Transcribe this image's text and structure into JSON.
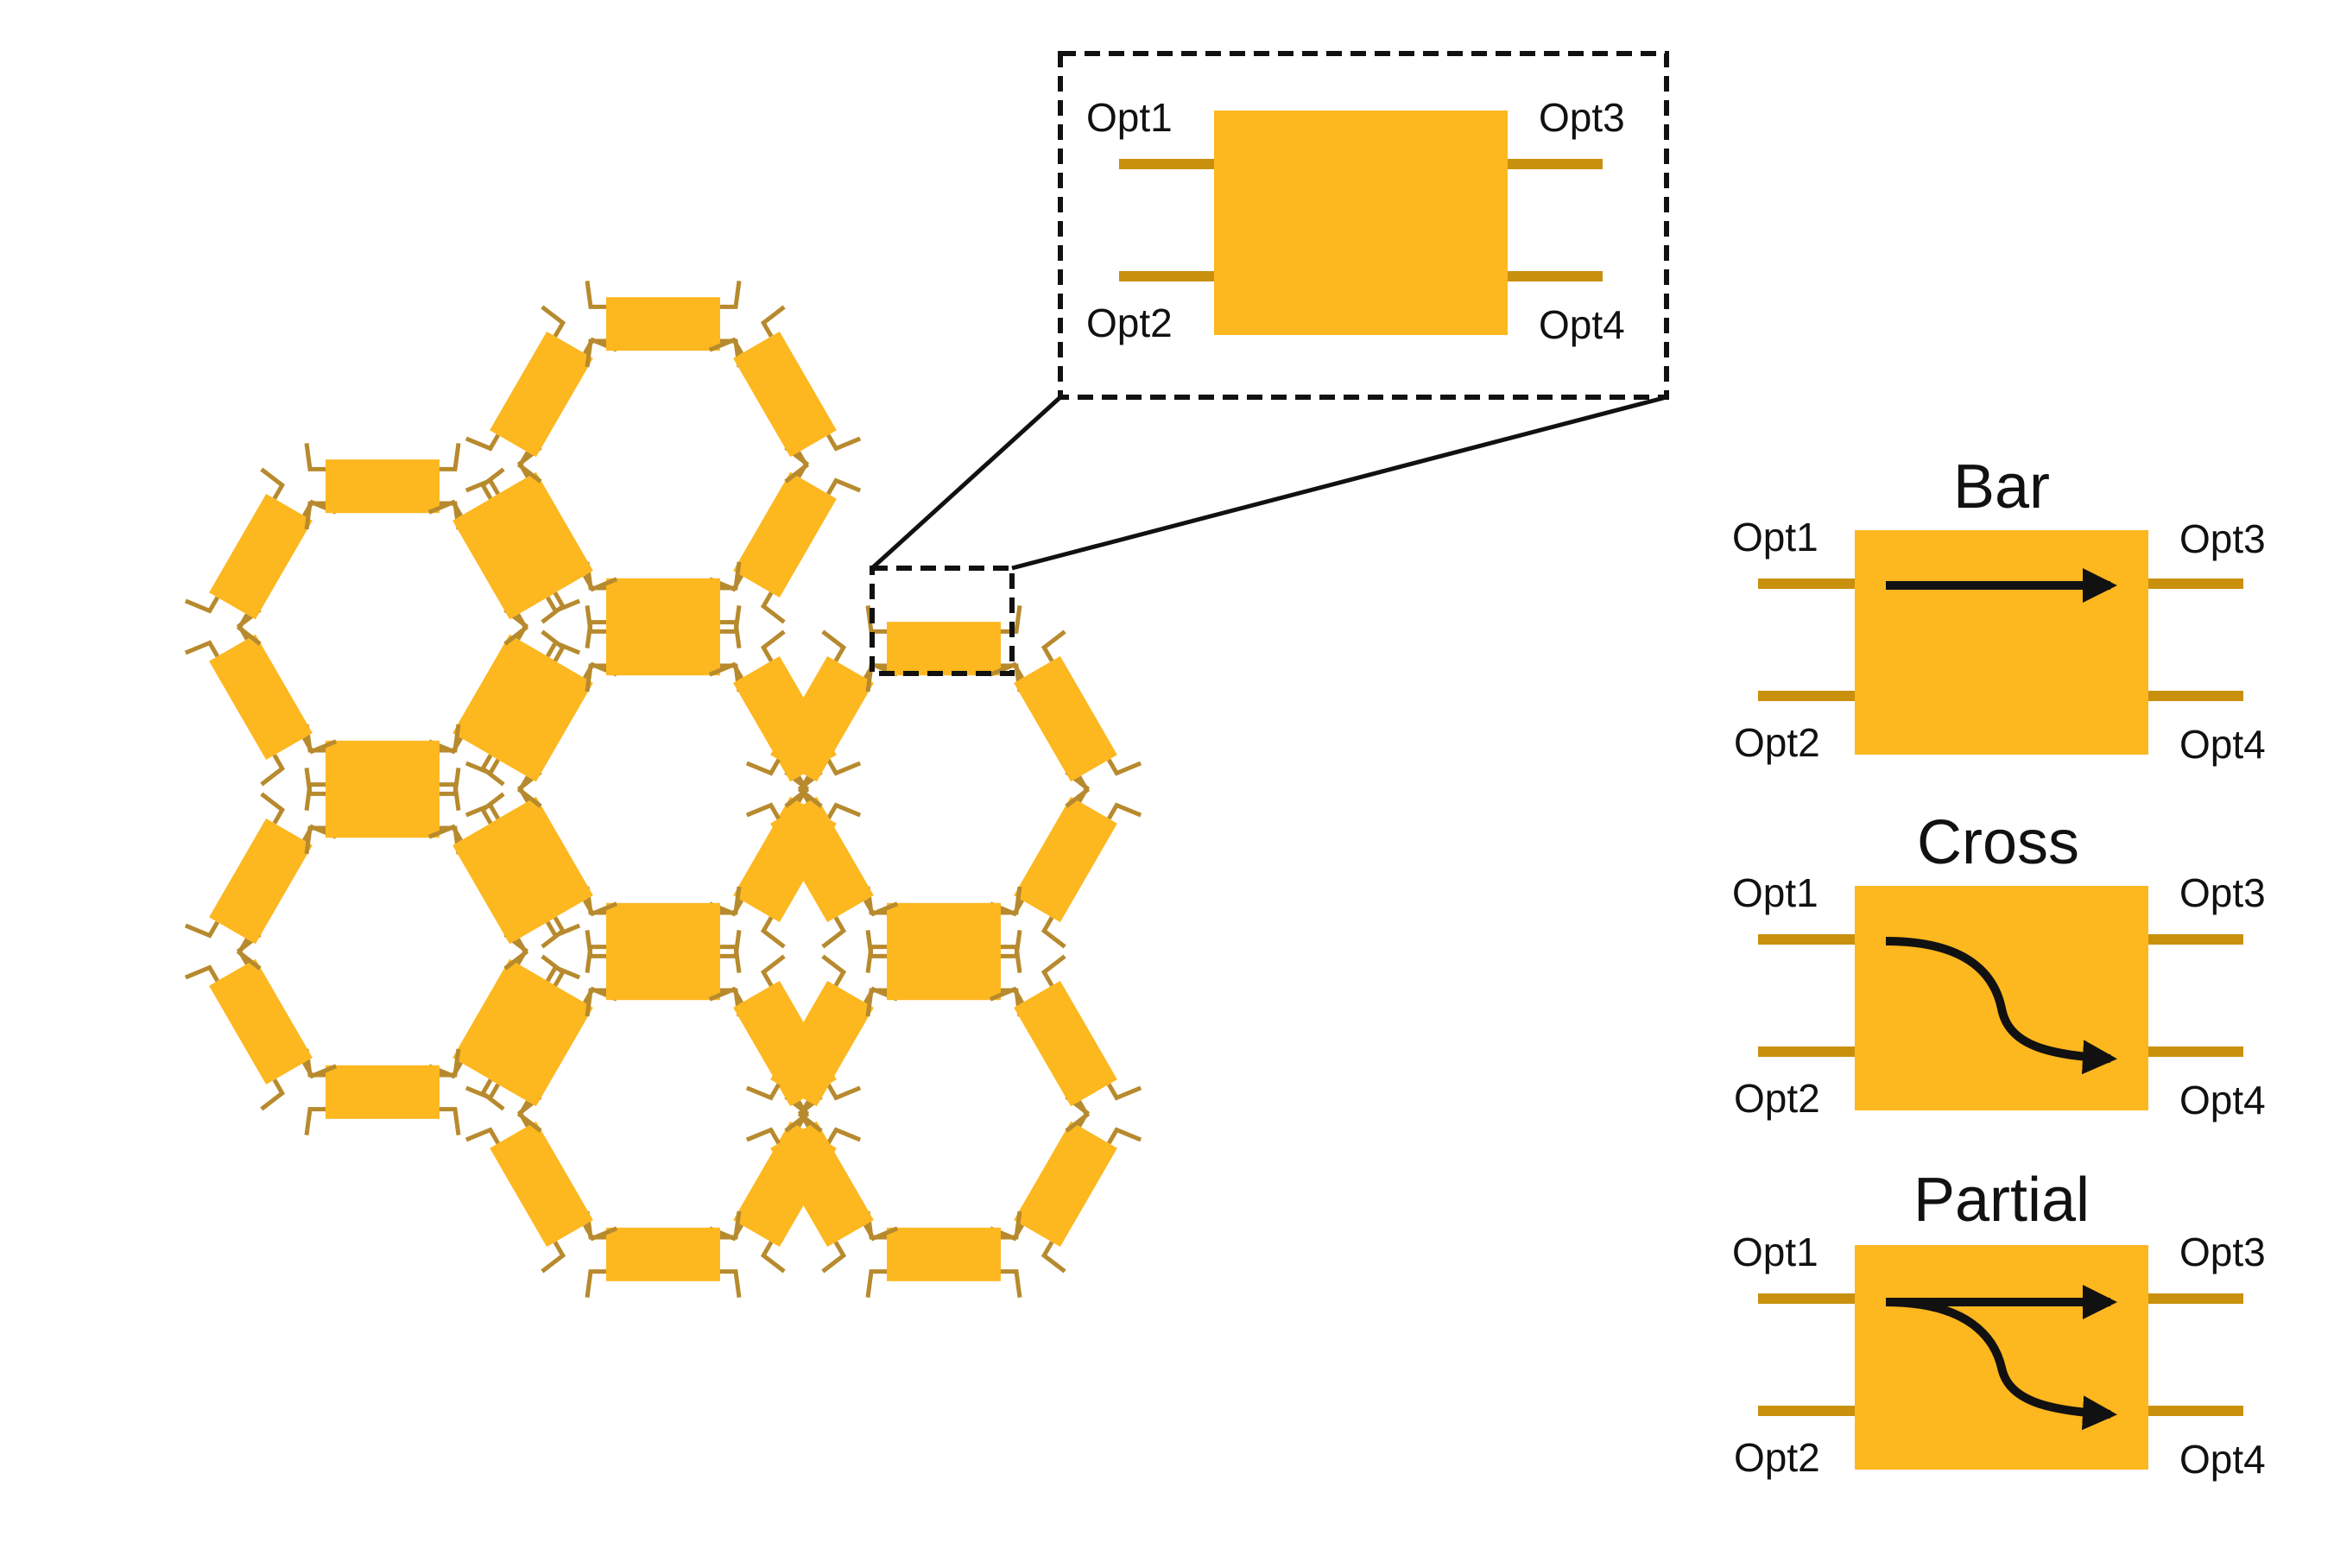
{
  "colors": {
    "coupler_fill": "#FDB71F",
    "waveguide": "#C9900E",
    "mesh_waveguide": "#B78A2E",
    "outline": "#111111"
  },
  "zoom_box": {
    "ports": [
      "Opt1",
      "Opt2",
      "Opt3",
      "Opt4"
    ]
  },
  "modes": [
    {
      "title": "Bar",
      "arrow": "straight",
      "ports": [
        "Opt1",
        "Opt2",
        "Opt3",
        "Opt4"
      ]
    },
    {
      "title": "Cross",
      "arrow": "cross",
      "ports": [
        "Opt1",
        "Opt2",
        "Opt3",
        "Opt4"
      ]
    },
    {
      "title": "Partial",
      "arrow": "split",
      "ports": [
        "Opt1",
        "Opt2",
        "Opt3",
        "Opt4"
      ]
    }
  ]
}
